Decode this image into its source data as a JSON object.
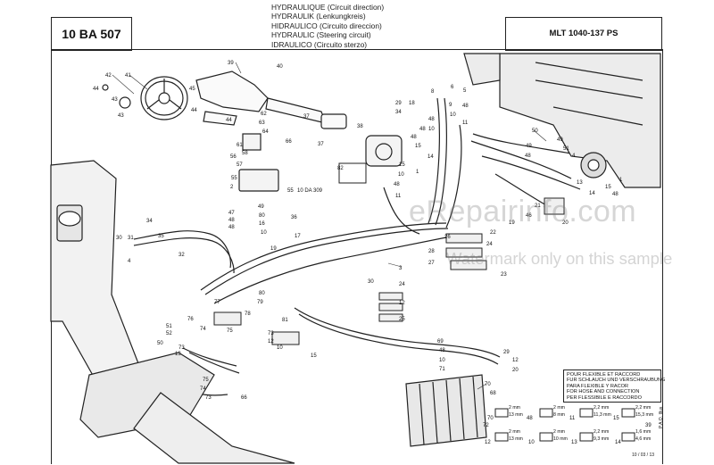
{
  "header": {
    "ref_code": "10 BA 507",
    "titles": [
      "HYDRAULIQUE (Circuit direction)",
      "HYDRAULIK (Lenkungkreis)",
      "HIDRAULICO (Circuito direccion)",
      "HYDRAULIC (Steering circuit)",
      "IDRAULICO (Circuito sterzo)"
    ],
    "model": "MLT 1040-137 PS"
  },
  "watermark": {
    "site": "eRepairinfo.com",
    "notice": "Watermark only on this sample"
  },
  "callouts": {
    "ref_note": "10 DA 309"
  },
  "legend": {
    "lines": [
      "POUR FLEXIBLE ET RACCORD",
      "FUR SCHLAUCH UND VERSCHRAUBUNG",
      "PARA FLEXIBLE Y RACOR",
      "FOR HOSE AND CONNECTION",
      "PER FLESSIBILE E RACCORDO"
    ],
    "dims": [
      {
        "d1": "2 mm",
        "d2": "13 mm"
      },
      {
        "d1": "2 mm",
        "d2": "8 mm"
      },
      {
        "d1": "2,2 mm",
        "d2": "11,3 mm"
      },
      {
        "d1": "2,2 mm",
        "d2": "15,3 mm"
      },
      {
        "d1": "2 mm",
        "d2": "13 mm"
      },
      {
        "d1": "2 mm",
        "d2": "10 mm"
      },
      {
        "d1": "2,2 mm",
        "d2": "9,3 mm"
      },
      {
        "d1": "1,6 mm",
        "d2": "4,6 mm"
      }
    ]
  },
  "footer": {
    "date": "10 / 03 / 13",
    "side": "P.A.O. Illus"
  }
}
